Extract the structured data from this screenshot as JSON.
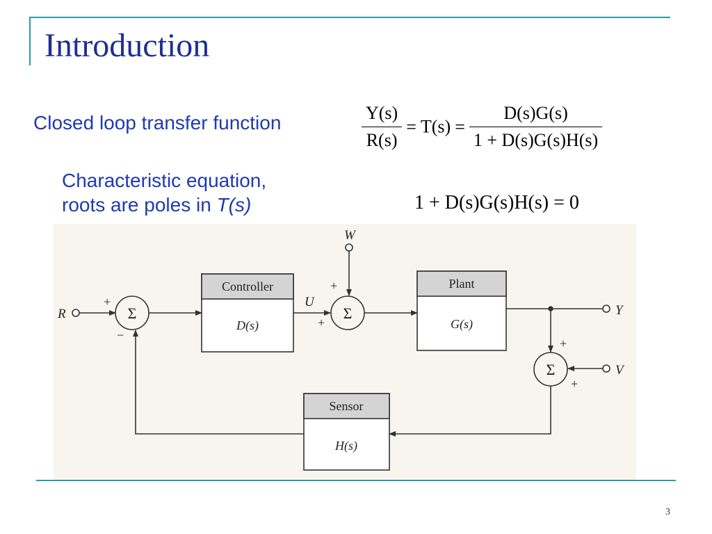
{
  "slide": {
    "title": "Introduction",
    "subtitle": "Closed loop transfer function",
    "characteristic_line1": "Characteristic equation,",
    "characteristic_line2_prefix": "roots are poles in ",
    "characteristic_line2_italic": "T(s)",
    "page_number": "3"
  },
  "equations": {
    "lhs_num": "Y(s)",
    "lhs_den": "R(s)",
    "middle": "T(s)",
    "rhs_num": "D(s)G(s)",
    "rhs_den": "1 + D(s)G(s)H(s)",
    "equals": "=",
    "characteristic": "1 + D(s)G(s)H(s) = 0"
  },
  "diagram": {
    "controller": {
      "title": "Controller",
      "tf": "D(s)"
    },
    "plant": {
      "title": "Plant",
      "tf": "G(s)"
    },
    "sensor": {
      "title": "Sensor",
      "tf": "H(s)"
    },
    "sum_symbol": "Σ",
    "signals": {
      "R": "R",
      "U": "U",
      "W": "W",
      "Y": "Y",
      "V": "V"
    },
    "plus": "+",
    "minus": "−"
  },
  "colors": {
    "title": "#1f2f8f",
    "body_text": "#1f3ab0",
    "rule": "#2e9aa8",
    "block_header": "#d4d4d4",
    "scan_background": "#f7f5ee"
  }
}
